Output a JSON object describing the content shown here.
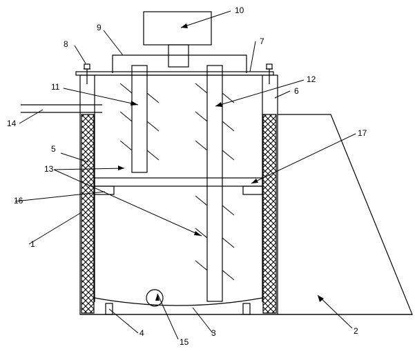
{
  "labels": {
    "l1": "1",
    "l2": "2",
    "l3": "3",
    "l4": "4",
    "l5": "5",
    "l6": "6",
    "l7": "7",
    "l8": "8",
    "l9": "9",
    "l10": "10",
    "l11": "11",
    "l12": "12",
    "l13": "13",
    "l14": "14",
    "l15": "15",
    "l16": "16",
    "l17": "17"
  },
  "colors": {
    "line": "#000000",
    "background": "#ffffff"
  }
}
